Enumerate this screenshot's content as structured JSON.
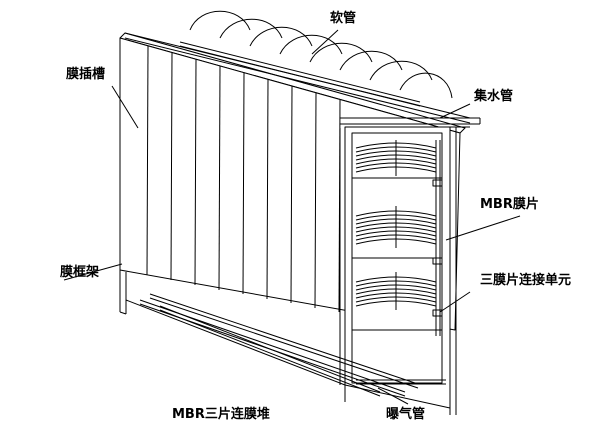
{
  "labels": {
    "hose": "软管",
    "membrane_slot": "膜插槽",
    "water_header": "集水管",
    "mbr_sheet": "MBR膜片",
    "membrane_frame": "膜框架",
    "three_sheet_unit": "三膜片连接单元",
    "aeration_pipe": "曝气管"
  },
  "caption": "MBR三片连膜堆",
  "colors": {
    "line": "#000000",
    "background": "#ffffff"
  }
}
